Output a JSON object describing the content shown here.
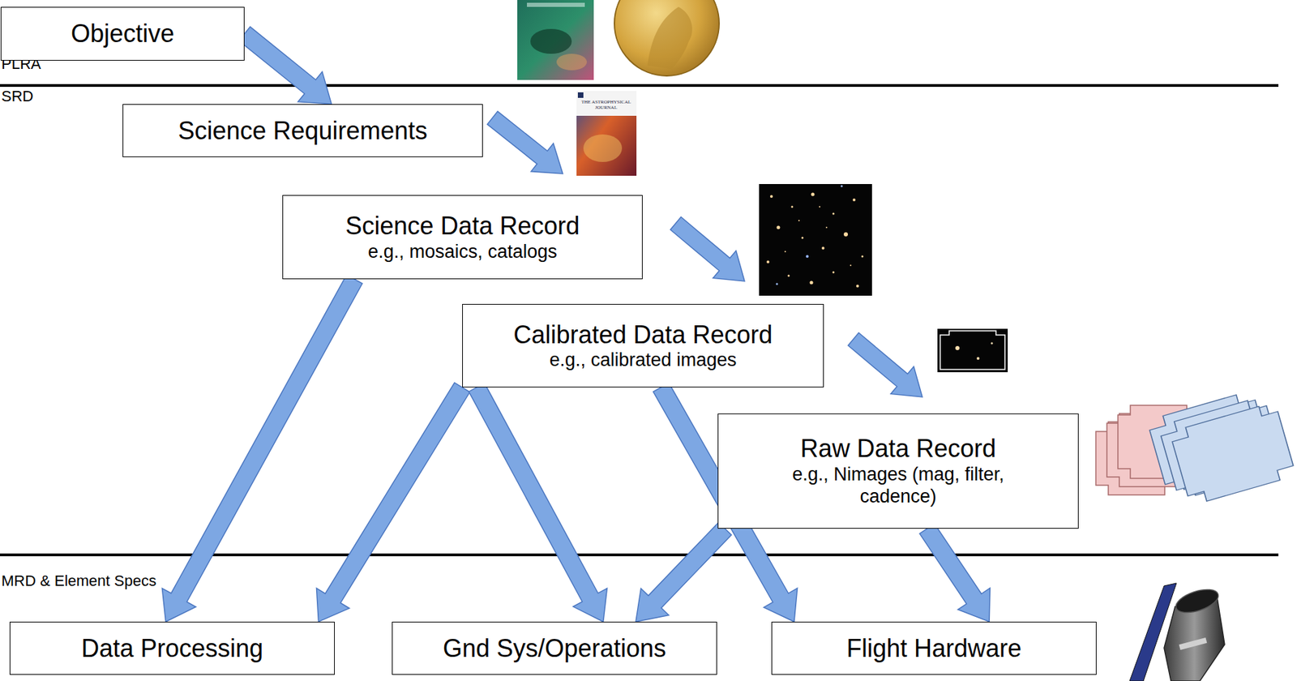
{
  "diagram": {
    "nodes": [
      {
        "text": [
          "Objective"
        ]
      },
      {
        "text": [
          "Science Requirements"
        ]
      },
      {
        "text": [
          "Science Data Record",
          "e.g., mosaics, catalogs"
        ]
      },
      {
        "text": [
          "Calibrated Data Record",
          "e.g., calibrated images"
        ]
      },
      {
        "text": [
          "Raw Data Record",
          "e.g., Nimages (mag, filter, cadence)"
        ]
      },
      {
        "text": [
          "Data Processing"
        ]
      },
      {
        "text": [
          "Gnd Sys/Operations"
        ]
      },
      {
        "text": [
          "Flight Hardware"
        ]
      }
    ],
    "edges": [
      {
        "from": 0,
        "to": 1,
        "arrow": "to"
      },
      {
        "from": 2,
        "to": 5,
        "arrow": "to"
      },
      {
        "from": 3,
        "to": 5,
        "arrow": "to"
      },
      {
        "from": 3,
        "to": 6,
        "arrow": "to"
      },
      {
        "from": 3,
        "to": 7,
        "arrow": "to"
      },
      {
        "from": 4,
        "to": 6,
        "arrow": "to"
      },
      {
        "from": 4,
        "to": 7,
        "arrow": "to"
      }
    ],
    "labels": [
      "PLRA",
      "SRD",
      "THE ASTROPHYSICAL JOURNAL",
      "MRD & Element Specs"
    ]
  }
}
